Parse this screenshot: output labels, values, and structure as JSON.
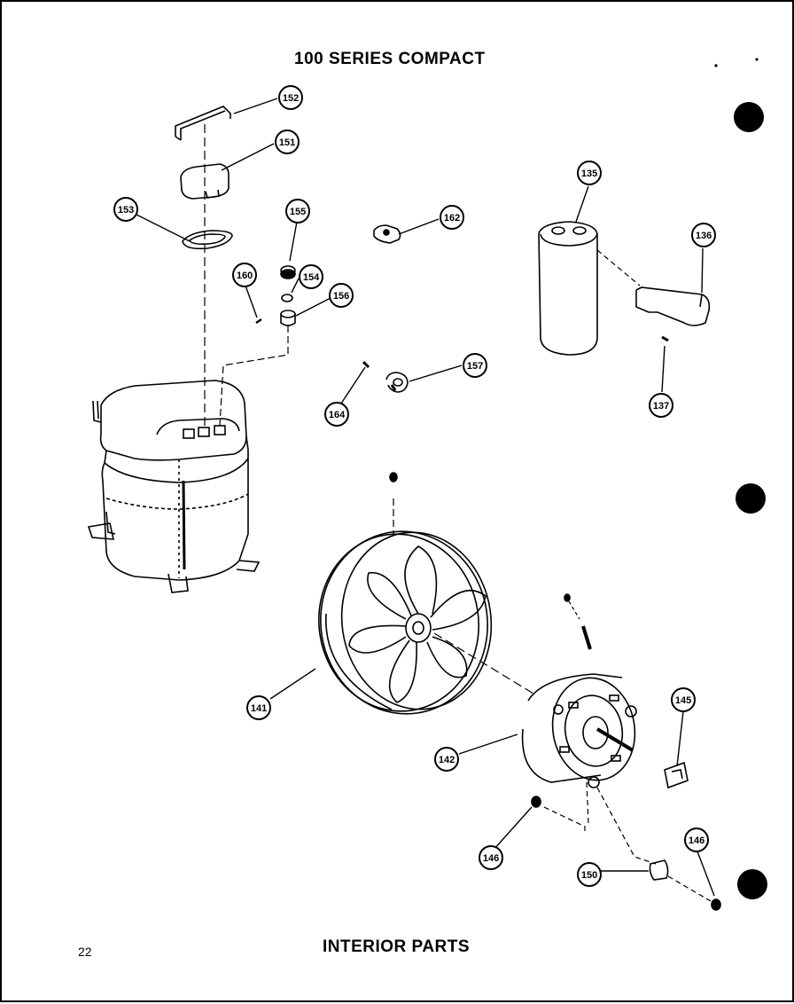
{
  "header": {
    "title": "100 SERIES COMPACT"
  },
  "footer": {
    "title": "INTERIOR PARTS",
    "page_number": "22"
  },
  "callouts": [
    {
      "label": "152",
      "part": "clip"
    },
    {
      "label": "151",
      "part": "terminal-cover"
    },
    {
      "label": "153",
      "part": "gasket"
    },
    {
      "label": "155",
      "part": "nut"
    },
    {
      "label": "154",
      "part": "washer"
    },
    {
      "label": "160",
      "part": "screw"
    },
    {
      "label": "156",
      "part": "grommet"
    },
    {
      "label": "162",
      "part": "clamp"
    },
    {
      "label": "157",
      "part": "clamp"
    },
    {
      "label": "164",
      "part": "screw"
    },
    {
      "label": "135",
      "part": "capacitor"
    },
    {
      "label": "136",
      "part": "capacitor-bracket"
    },
    {
      "label": "137",
      "part": "screw"
    },
    {
      "label": "141",
      "part": "fan-blade"
    },
    {
      "label": "142",
      "part": "fan-motor"
    },
    {
      "label": "145",
      "part": "plate"
    },
    {
      "label": "146",
      "part": "nut"
    },
    {
      "label": "146",
      "part": "nut"
    },
    {
      "label": "150",
      "part": "spacer"
    }
  ],
  "colors": {
    "ink": "#000000",
    "paper": "#ffffff"
  }
}
